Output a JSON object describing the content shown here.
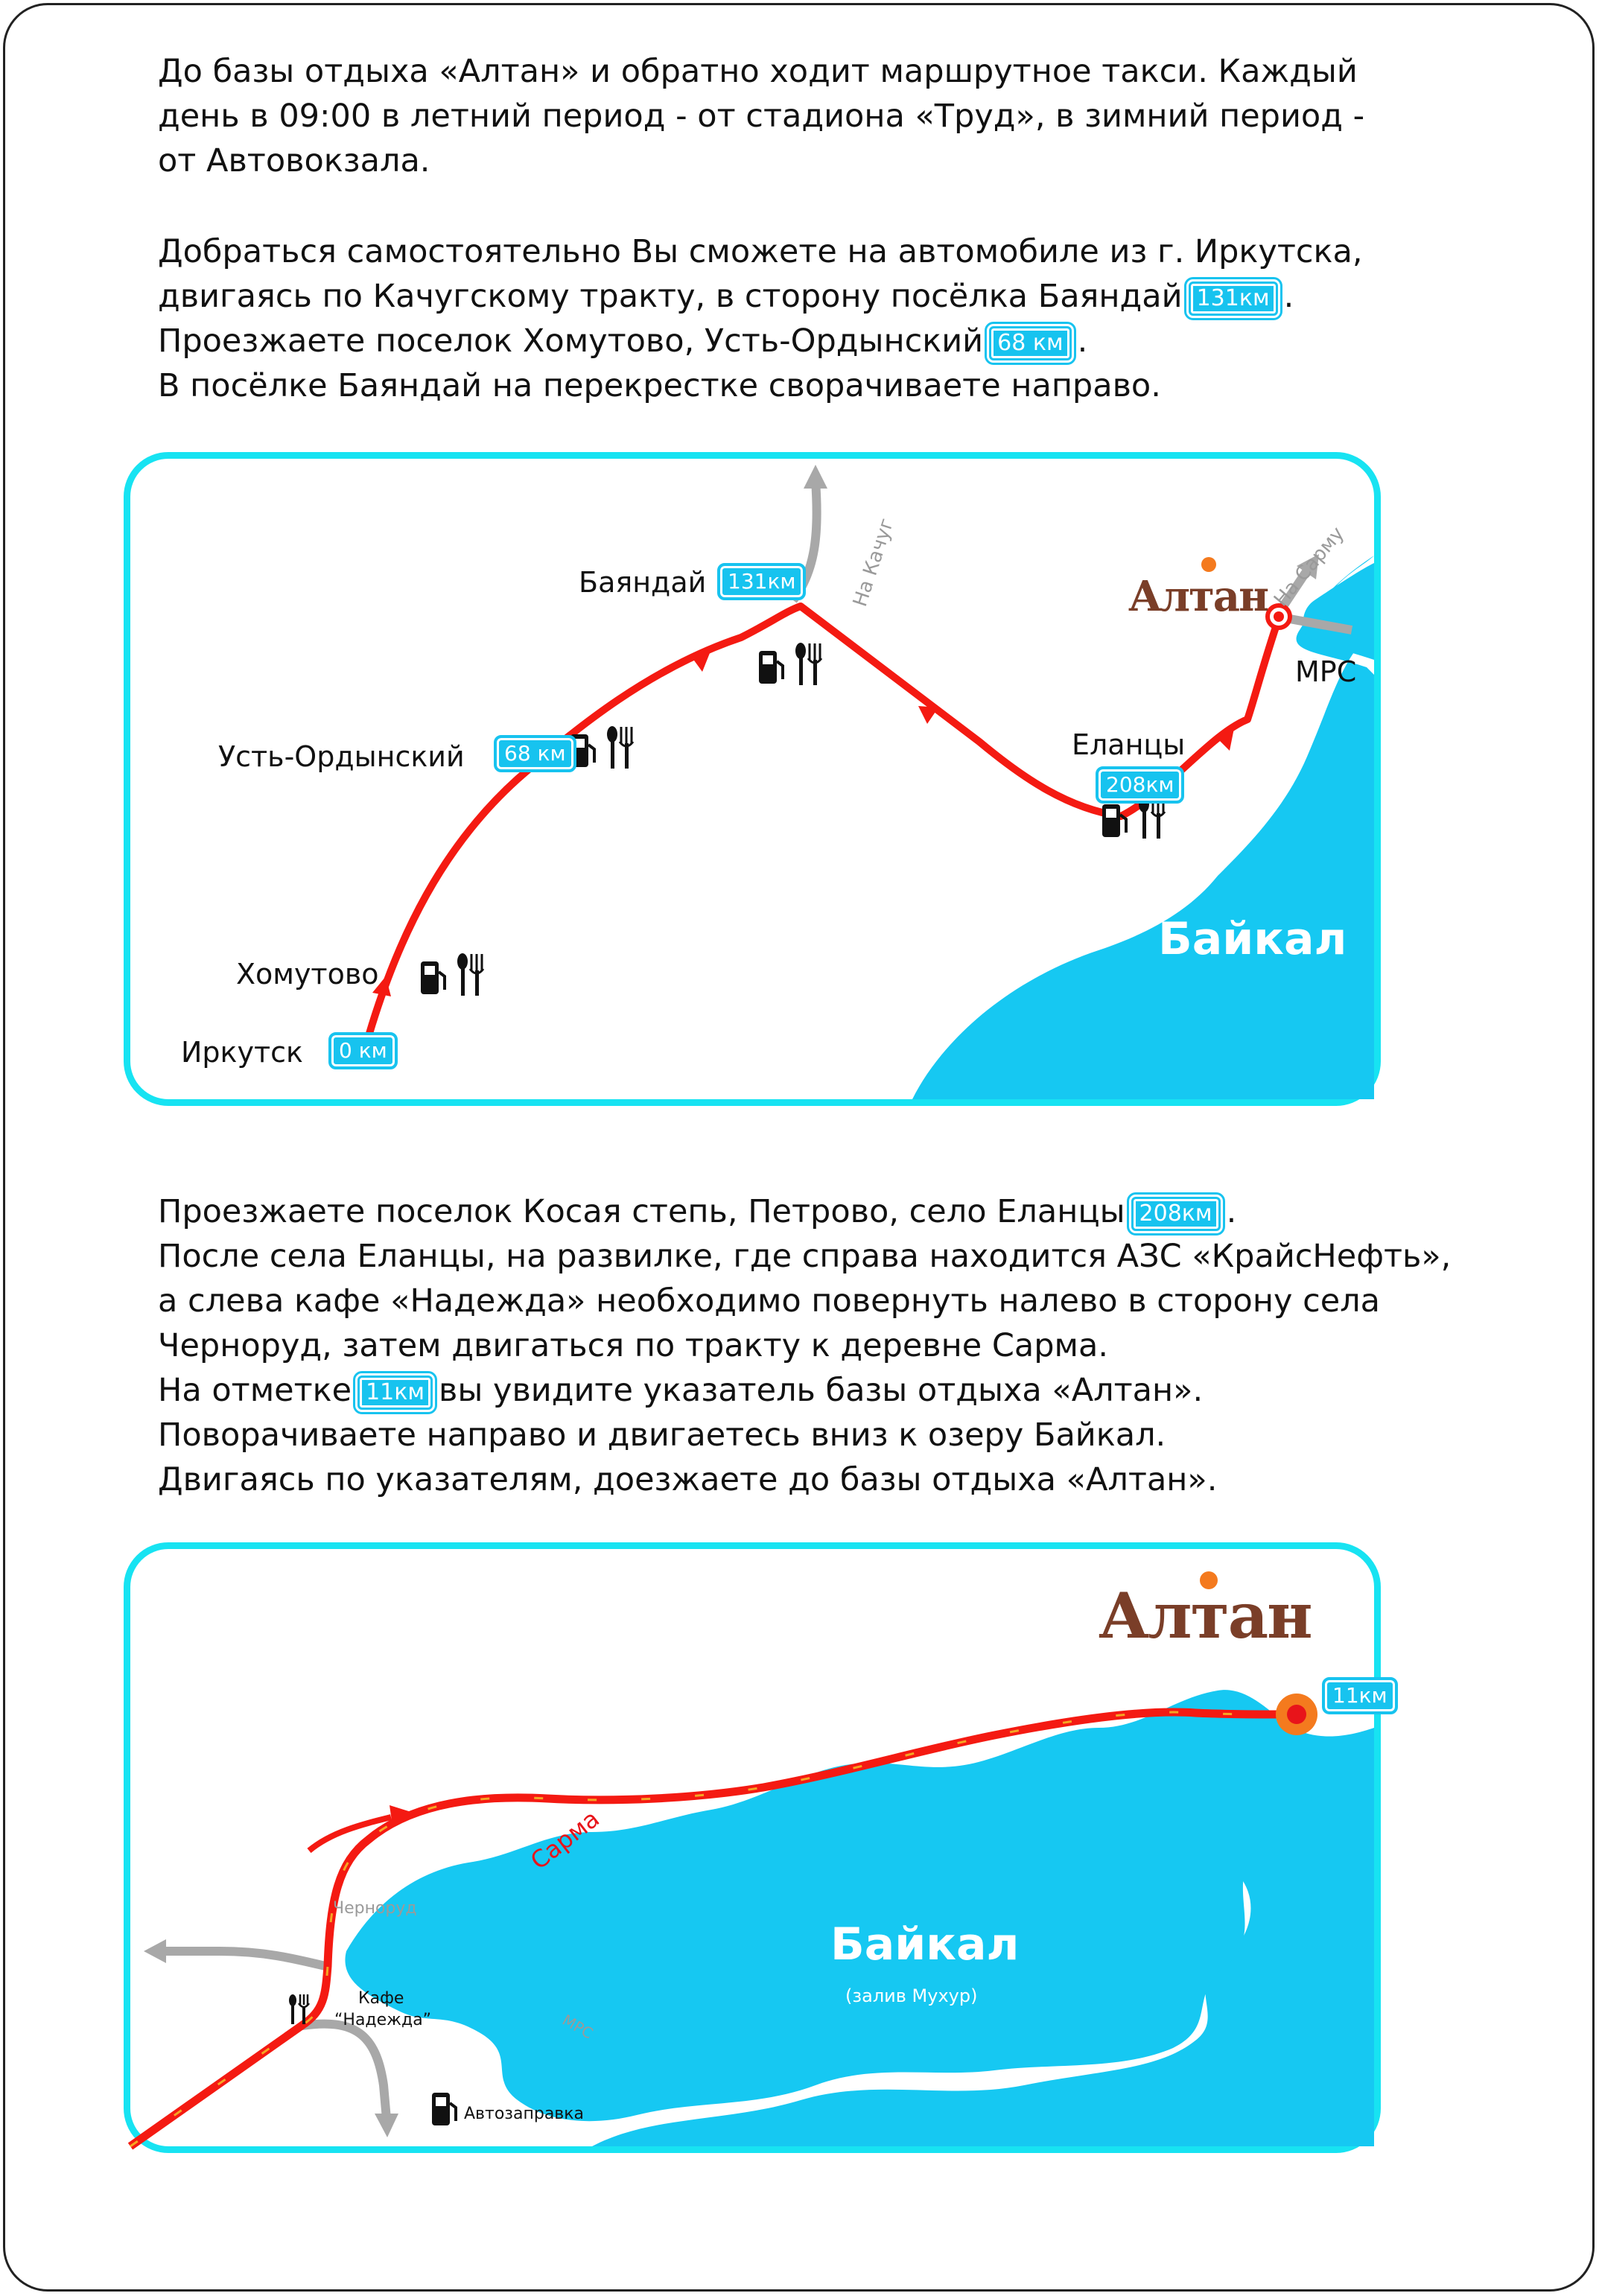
{
  "para1": [
    "До базы отдыха «Алтан» и обратно ходит маршрутное такси. Каждый",
    "день в 09:00 в летний период - от стадиона «Труд», в зимний период -",
    "от Автовокзала."
  ],
  "para2": {
    "l1": "Добраться самостоятельно Вы сможете на автомобиле из г. Иркутска,",
    "l2_before": "двигаясь по Качугскому тракту, в сторону посёлка Баяндай",
    "l2_chip": "131км",
    "l2_after": ".",
    "l3_before": "Проезжаете поселок Хомутово, Усть-Ордынский",
    "l3_chip": "68 км",
    "l3_after": ".",
    "l4": "В посёлке Баяндай  на перекрестке сворачиваете направо."
  },
  "map1": {
    "towns": {
      "irkutsk": "Иркутск",
      "khomutovo": "Хомутово",
      "ust_ordynsky": "Усть-Ордынский",
      "bayanday": "Баяндай",
      "elantsy": "Еланцы",
      "mrs": "МРС"
    },
    "signs": {
      "irkutsk": "0 км",
      "ust_ordynsky": "68 км",
      "bayanday": "131км",
      "elantsy": "208км"
    },
    "directions": {
      "kachug": "На Качуг",
      "sarma": "На Сарму"
    },
    "lake": "Байкал",
    "logo": "Алтан",
    "route_color": "#f41a12",
    "water_color": "#16c8f2",
    "side_road_color": "#a8a8a8"
  },
  "para3": {
    "l1_before": "Проезжаете поселок Косая степь, Петрово, село Еланцы",
    "l1_chip": "208км",
    "l1_after": ".",
    "l2": "После села Еланцы, на развилке, где справа находится АЗС «КрайсНефть»,",
    "l3": "а слева кафе «Надежда» необходимо повернуть налево в сторону села",
    "l4": "Черноруд, затем двигаться по тракту к деревне Сарма.",
    "l5_before": "На отметке",
    "l5_chip": "11км",
    "l5_after": "вы увидите указатель базы отдыха «Алтан».",
    "l6": "Поворачиваете направо и двигаетесь вниз к озеру Байкал.",
    "l7": "Двигаясь по указателям, доезжаете до базы отдыха «Алтан»."
  },
  "map2": {
    "sign_11": "11км",
    "sarma": "Сарма",
    "chernorud": "Черноруд",
    "mrs": "МРС",
    "cafe_l1": "Кафе",
    "cafe_l2": "“Надежда”",
    "gas_station": "Автозаправка",
    "lake": "Байкал",
    "lake_sub": "(залив Мухур)",
    "logo": "Алтан"
  }
}
